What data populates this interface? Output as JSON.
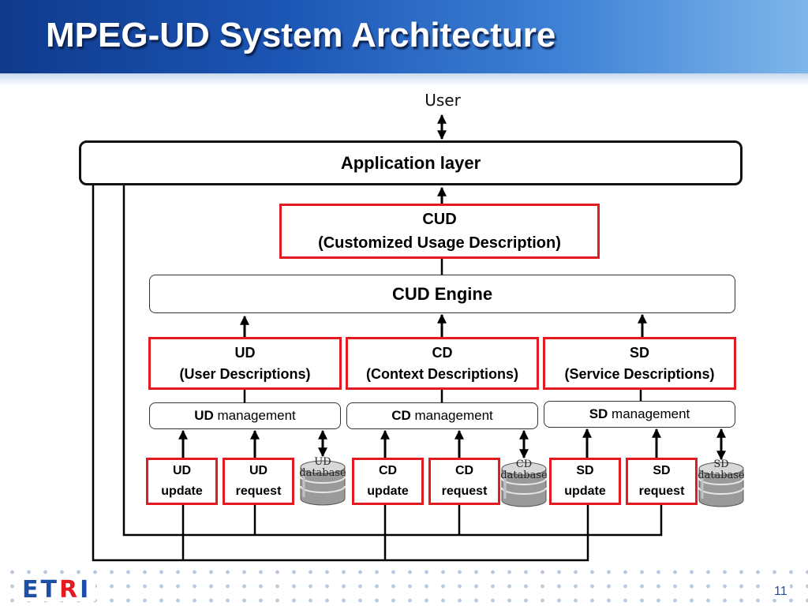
{
  "slide": {
    "title": "MPEG-UD System Architecture",
    "page_number": "11",
    "logo_text": "ETRI"
  },
  "diagram": {
    "user": "User",
    "application_layer": "Application layer",
    "cud": {
      "name": "CUD",
      "full": "(Customized Usage Description)"
    },
    "cud_engine": "CUD Engine",
    "descriptions": [
      {
        "name": "UD",
        "full": "(User Descriptions)"
      },
      {
        "name": "CD",
        "full": "(Context Descriptions)"
      },
      {
        "name": "SD",
        "full": "(Service Descriptions)"
      }
    ],
    "managements": [
      {
        "prefix": "UD",
        "rest": " management"
      },
      {
        "prefix": "CD",
        "rest": " management"
      },
      {
        "prefix": "SD",
        "rest": " management"
      }
    ],
    "actions": [
      {
        "line1": "UD",
        "line2": "update"
      },
      {
        "line1": "UD",
        "line2": "request"
      },
      {
        "line1": "CD",
        "line2": "update"
      },
      {
        "line1": "CD",
        "line2": "request"
      },
      {
        "line1": "SD",
        "line2": "update"
      },
      {
        "line1": "SD",
        "line2": "request"
      }
    ],
    "databases": [
      {
        "line1": "UD",
        "line2": "database"
      },
      {
        "line1": "CD",
        "line2": "database"
      },
      {
        "line1": "SD",
        "line2": "database"
      }
    ],
    "colors": {
      "header_blue": "#1c56b5",
      "red_border": "#e21a22",
      "logo_blue": "#1e4fa6"
    }
  }
}
